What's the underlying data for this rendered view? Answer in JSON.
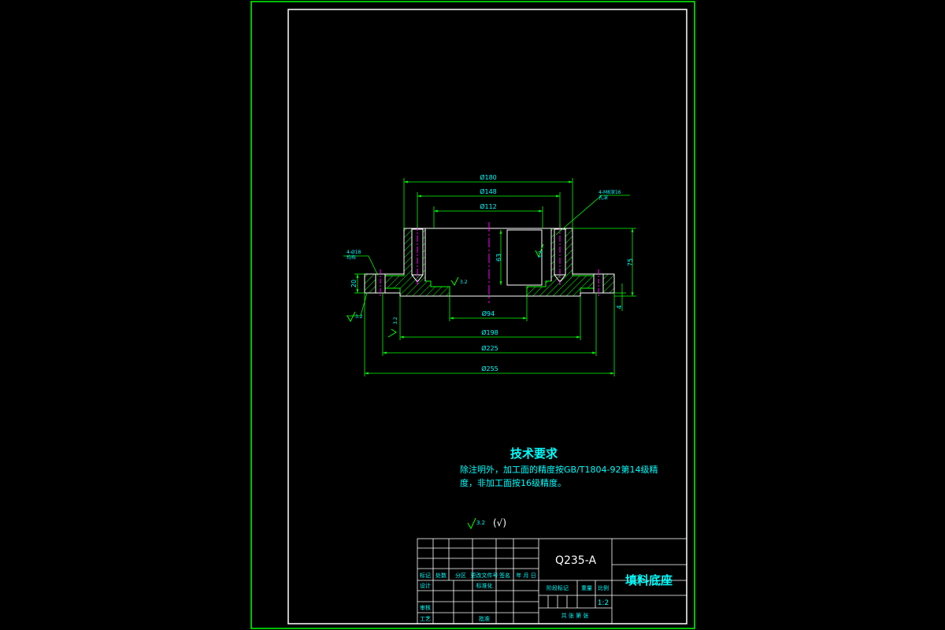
{
  "colors": {
    "background": "#000000",
    "frame": "#00ff00",
    "inner_border": "#ffffff",
    "dimension": "#00ff00",
    "text": "#00ffff",
    "centerline": "#ff00ff",
    "hatch": "#00ff00"
  },
  "dimensions": {
    "d_outer_top": "Ø180",
    "d_bolt_circle_top": "Ø148",
    "d_bore_top": "Ø112",
    "d_bore_bottom": "Ø94",
    "d_recess": "Ø198",
    "d_bolt_circle_flange": "Ø225",
    "d_flange": "Ø255",
    "h_inner": "63",
    "h_total": "75",
    "h_flange": "20",
    "h_step": "4",
    "roughness_bore": "3.2",
    "roughness_step": "3.2",
    "roughness_recess": "3.2",
    "roughness_flange": "3.2"
  },
  "callouts": {
    "top_holes": "4-M8深16\n孔深",
    "flange_holes": "4-Ø18\n均布"
  },
  "tech_requirements": {
    "title": "技术要求",
    "line1": "除注明外，加工面的精度按GB/T1804-92第14级精",
    "line2": "度，非加工面按16级精度。"
  },
  "general_roughness": {
    "value": "3.2",
    "paren": "(√)"
  },
  "title_block": {
    "material": "Q235-A",
    "part_name": "填料底座",
    "scale": "1:2",
    "rev_headers": [
      "标记",
      "处数",
      "分区",
      "更改文件号",
      "签名",
      "年 月 日"
    ],
    "labels": {
      "design": "设计",
      "standardization": "标准化",
      "review": "审核",
      "process": "工艺",
      "approve": "批准",
      "stage_mark": "阶段标记",
      "weight": "重量",
      "scale_label": "比例",
      "sheets": "共  张  第  张"
    }
  }
}
